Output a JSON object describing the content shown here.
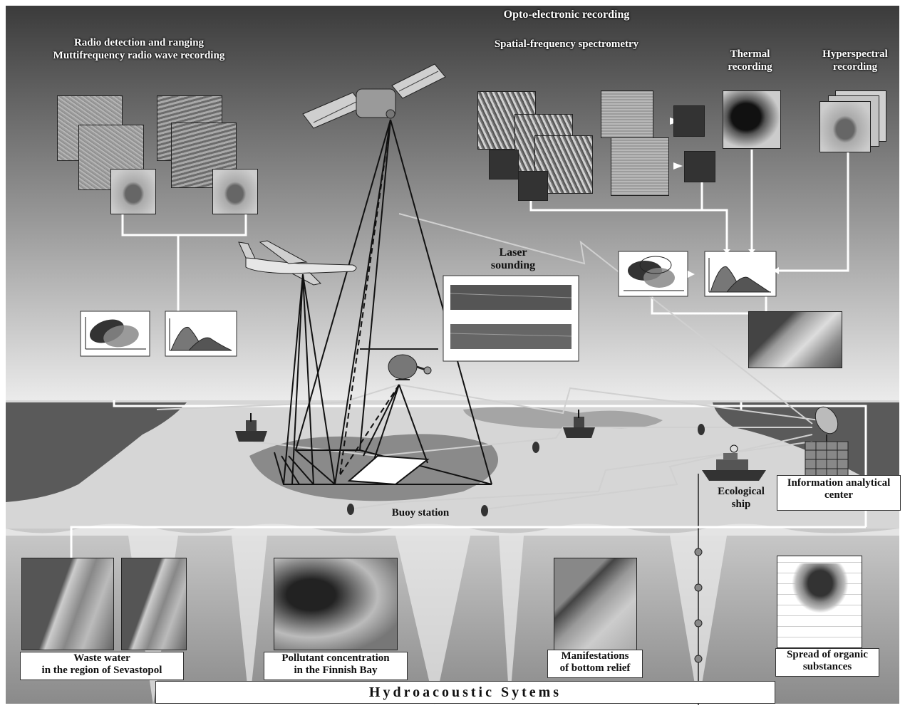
{
  "labels": {
    "opto": "Opto-electronic recording",
    "radio_line1": "Radio detection and ranging",
    "radio_line2": "Muttifrequency radio wave recording",
    "spatial": "Spatial-frequency spectrometry",
    "thermal_line1": "Thermal",
    "thermal_line2": "recording",
    "hyper_line1": "Hyperspectral",
    "hyper_line2": "recording",
    "laser_line1": "Laser",
    "laser_line2": "sounding",
    "buoy": "Buoy station",
    "eco_line1": "Ecological",
    "eco_line2": "ship",
    "info_line1": "Information analytical",
    "info_line2": "center",
    "waste_line1": "Waste water",
    "waste_line2": "in the region of Sevastopol",
    "pollutant_line1": "Pollutant concentration",
    "pollutant_line2": "in the Finnish Bay",
    "bottom_line1": "Manifestations",
    "bottom_line2": "of bottom relief",
    "organic_line1": "Spread of organic",
    "organic_line2": "substances",
    "hydro": "Hydroacoustic Sytems"
  },
  "colors": {
    "sky_top": "#3a3a3a",
    "sky_bottom": "#e8e8e8",
    "sea": "#d8d8d8",
    "land": "#5a5a5a",
    "slick": "#8c8c8c"
  }
}
